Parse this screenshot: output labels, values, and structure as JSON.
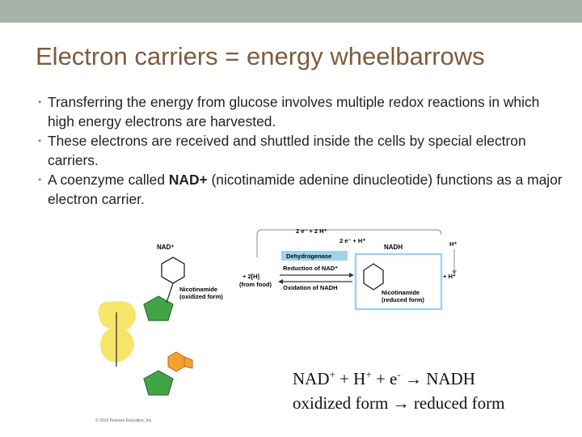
{
  "slide": {
    "title": "Electron carriers = energy wheelbarrows",
    "bullets": [
      {
        "pre": "Transferring the energy from glucose involves multiple redox reactions in which high energy electrons are harvested.",
        "bold": "",
        "post": ""
      },
      {
        "pre": "These electrons are received and shuttled inside the cells by special electron carriers.",
        "bold": "",
        "post": ""
      },
      {
        "pre": "A coenzyme called ",
        "bold": "NAD+",
        "post": " (nicotinamide adenine dinucleotide) functions as a major electron carrier."
      }
    ]
  },
  "figure": {
    "nad_label": "NAD⁺",
    "nadh_label": "NADH",
    "two_e_top": "2 e⁻ + 2 H⁺",
    "two_e_mid": "2 e⁻ + H⁺",
    "enzyme": "Dehydrogenase",
    "reduction": "Reduction of NAD⁺",
    "oxidation": "Oxidation of NADH",
    "from_food": "+ 2[H]",
    "from_food2": "(from food)",
    "h_plus": "H⁺",
    "plus_h_plus": "+ H⁺",
    "nic_ox_1": "Nicotinamide",
    "nic_ox_2": "(oxidized form)",
    "nic_red_1": "Nicotinamide",
    "nic_red_2": "(reduced form)",
    "copyright": "© 2014 Pearson Education, Inc."
  },
  "equation": {
    "line1": {
      "a": "NAD",
      "a_sup": "+",
      "b": " + H",
      "b_sup": "+",
      "c": " + e",
      "c_sup": "-",
      "arrow": " → ",
      "d": "NADH"
    },
    "line2": {
      "a": "oxidized form ",
      "arrow": " → ",
      "b": "reduced form"
    }
  },
  "colors": {
    "topbar": "#a7b3a9",
    "title": "#7c5c3b",
    "yellow": "#f6e56a",
    "blue_box": "#9fd3ea",
    "green": "#3a9b3a",
    "orange": "#f2a233"
  }
}
